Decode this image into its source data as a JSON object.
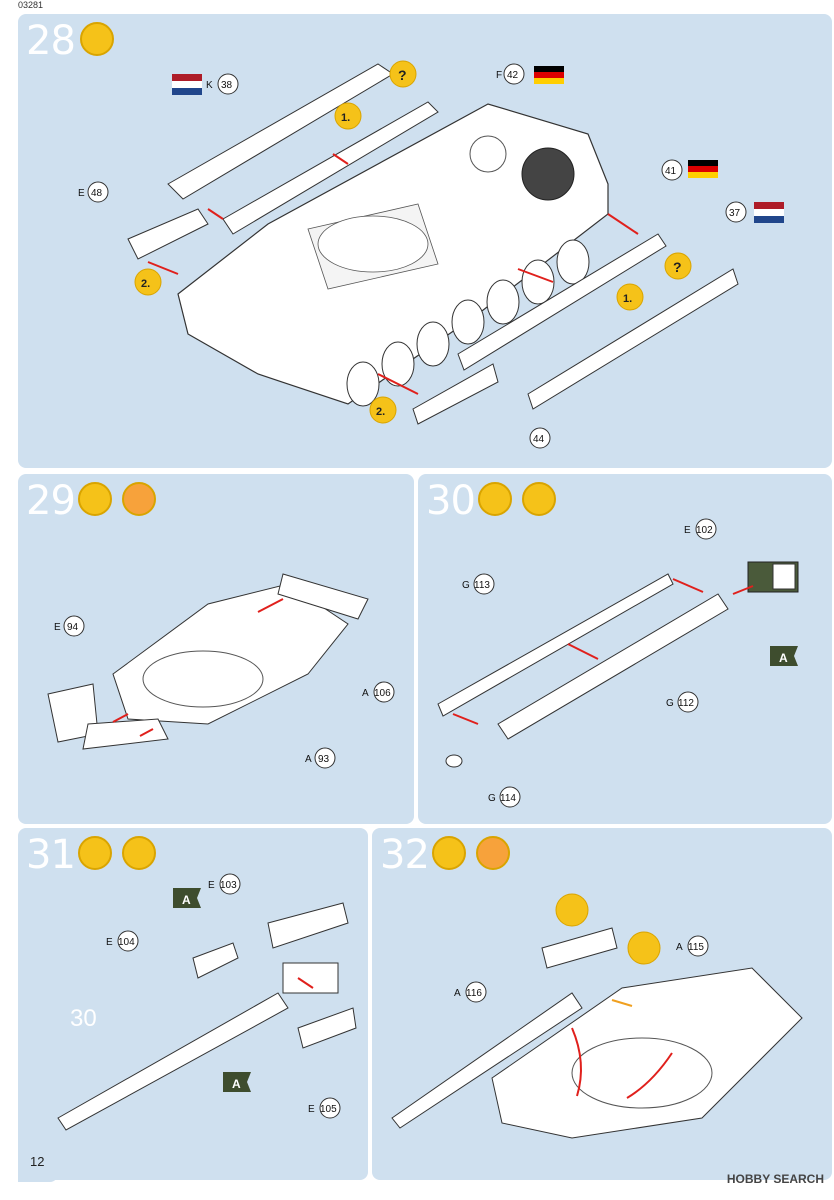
{
  "document": {
    "id": "03281",
    "page_number": "12",
    "watermark": "HOBBY SEARCH"
  },
  "colors": {
    "panel": "#cfe0ef",
    "badge": "#f5c219",
    "arrow": "#e0201c",
    "paint_a": "#3e4d2e"
  },
  "steps": [
    {
      "number": "28",
      "labels": {
        "k38": "38",
        "f42": "42",
        "f41": "41",
        "k37": "37",
        "e48": "48",
        "e44": "44",
        "sprue_k": "K",
        "sprue_f": "F",
        "sprue_e": "E",
        "one": "1.",
        "two": "2.",
        "q": "?"
      }
    },
    {
      "number": "29",
      "labels": {
        "e94": "94",
        "a106": "106",
        "a93": "93",
        "sprue_e": "E",
        "sprue_a": "A"
      }
    },
    {
      "number": "30",
      "labels": {
        "e102": "102",
        "g113": "113",
        "g112": "112",
        "g114": "114",
        "paint": "A",
        "sprue_e": "E",
        "sprue_g": "G"
      }
    },
    {
      "number": "31",
      "labels": {
        "e103": "103",
        "e104": "104",
        "e105": "105",
        "ref": "30",
        "paint": "A",
        "sprue_e": "E"
      }
    },
    {
      "number": "32",
      "labels": {
        "a115": "115",
        "a116": "116",
        "sprue_a": "A"
      }
    }
  ]
}
